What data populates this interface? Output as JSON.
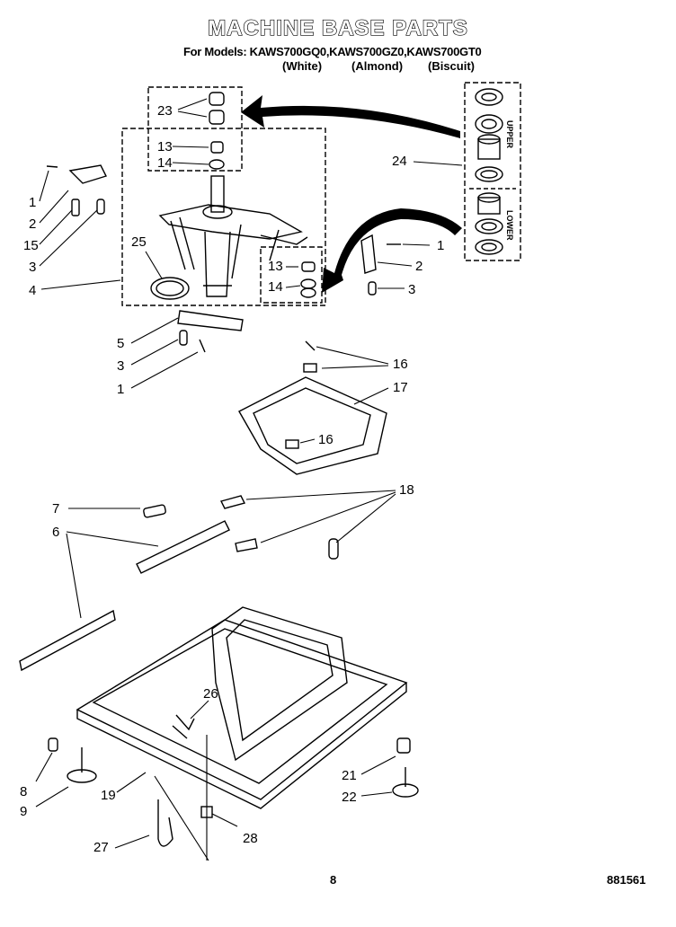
{
  "header": {
    "title": "MACHINE BASE PARTS",
    "models": "For Models: KAWS700GQ0,KAWS700GZ0,KAWS700GT0",
    "colors": [
      "(White)",
      "(Almond)",
      "(Biscuit)"
    ]
  },
  "side_labels": {
    "upper": "UPPER",
    "lower": "LOWER"
  },
  "callouts": [
    {
      "id": "c23",
      "text": "23"
    },
    {
      "id": "c13a",
      "text": "13"
    },
    {
      "id": "c14a",
      "text": "14"
    },
    {
      "id": "c1a",
      "text": "1"
    },
    {
      "id": "c2a",
      "text": "2"
    },
    {
      "id": "c15",
      "text": "15"
    },
    {
      "id": "c3a",
      "text": "3"
    },
    {
      "id": "c25",
      "text": "25"
    },
    {
      "id": "c4",
      "text": "4"
    },
    {
      "id": "c24",
      "text": "24"
    },
    {
      "id": "c1b",
      "text": "1"
    },
    {
      "id": "c2b",
      "text": "2"
    },
    {
      "id": "c3b",
      "text": "3"
    },
    {
      "id": "c13b",
      "text": "13"
    },
    {
      "id": "c14b",
      "text": "14"
    },
    {
      "id": "c5",
      "text": "5"
    },
    {
      "id": "c3c",
      "text": "3"
    },
    {
      "id": "c1c",
      "text": "1"
    },
    {
      "id": "c16a",
      "text": "16"
    },
    {
      "id": "c17",
      "text": "17"
    },
    {
      "id": "c16b",
      "text": "16"
    },
    {
      "id": "c7",
      "text": "7"
    },
    {
      "id": "c6",
      "text": "6"
    },
    {
      "id": "c18",
      "text": "18"
    },
    {
      "id": "c26",
      "text": "26"
    },
    {
      "id": "c8",
      "text": "8"
    },
    {
      "id": "c9",
      "text": "9"
    },
    {
      "id": "c19",
      "text": "19"
    },
    {
      "id": "c21",
      "text": "21"
    },
    {
      "id": "c22",
      "text": "22"
    },
    {
      "id": "c27",
      "text": "27"
    },
    {
      "id": "c28",
      "text": "28"
    }
  ],
  "footer": {
    "page": "8",
    "doc_number": "881561"
  }
}
